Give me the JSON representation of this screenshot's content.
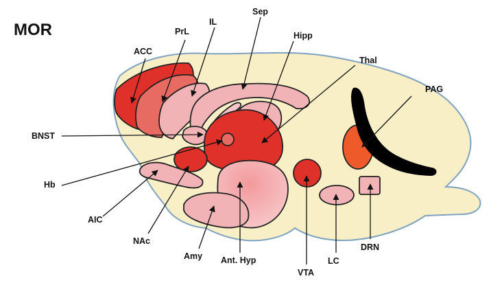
{
  "diagram": {
    "title": "MOR",
    "colors": {
      "brain_fill": "#f8efc6",
      "brain_outline": "#7fa2c0",
      "dark_red": "#e0302a",
      "mid_red": "#e86b63",
      "pink": "#f2b3b6",
      "light_pink": "#f6c5c9",
      "orange_red": "#ef5a2b",
      "black": "#000000"
    },
    "labels": {
      "prl": "PrL",
      "il": "IL",
      "sep": "Sep",
      "hipp": "Hipp",
      "acc": "ACC",
      "thal": "Thal",
      "pag": "PAG",
      "bnst": "BNST",
      "hb": "Hb",
      "aic": "AIC",
      "nac": "NAc",
      "amy": "Amy",
      "ant_hyp": "Ant. Hyp",
      "vta": "VTA",
      "lc": "LC",
      "drn": "DRN"
    }
  }
}
